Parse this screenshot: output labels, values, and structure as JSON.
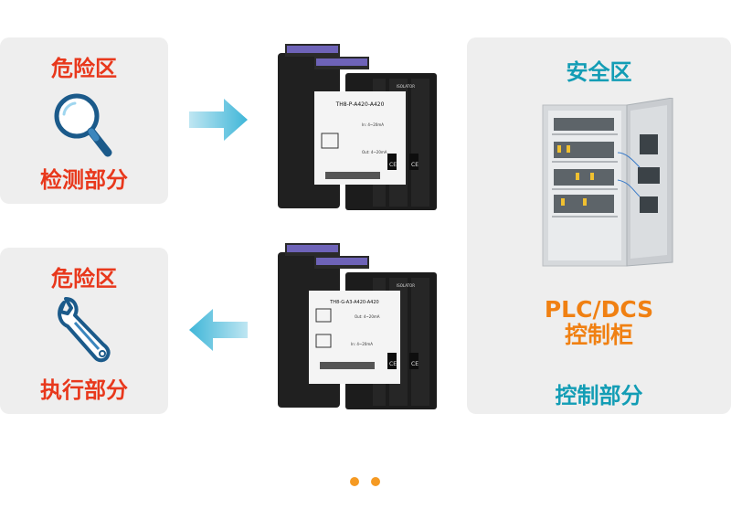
{
  "top_left": {
    "zone": "危险区",
    "label": "检测部分",
    "icon": "magnifier-icon"
  },
  "bottom_left": {
    "zone": "危险区",
    "label": "执行部分",
    "icon": "wrench-icon"
  },
  "right": {
    "zone": "安全区",
    "system_line1": "PLC/DCS",
    "system_line2": "控制柜",
    "label": "控制部分",
    "image": "control-cabinet"
  },
  "device_top": {
    "model": "TH8-P-A420-A420",
    "brand": "ISOLATOR",
    "in": "In: 4~20mA",
    "out": "Out: 4~20mA"
  },
  "device_bottom": {
    "model": "TH8-G-A3-A420-A420",
    "brand": "ISOLATOR",
    "in": "In: 4~20mA",
    "out": "Out: 4~20mA"
  },
  "arrows": {
    "top": "right-arrow",
    "bottom": "left-arrow"
  },
  "carousel": {
    "dots": 2,
    "active": 0
  },
  "colors": {
    "danger": "#e8381c",
    "safe": "#139db5",
    "system": "#f08012",
    "arrow": "#4fc0dc",
    "dot": "#f59a23"
  }
}
